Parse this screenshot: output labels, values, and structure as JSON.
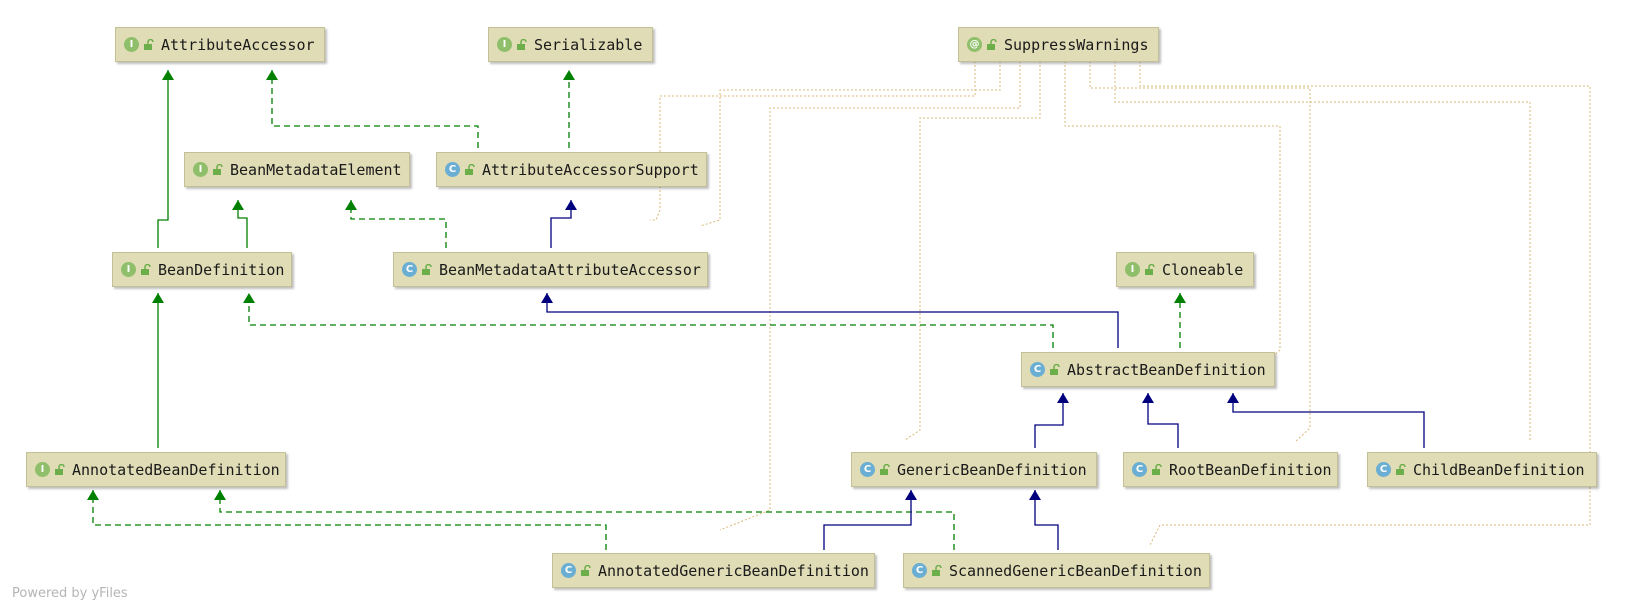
{
  "nodes": {
    "attribute_accessor": {
      "kind": "I",
      "name": "AttributeAccessor"
    },
    "serializable": {
      "kind": "I",
      "name": "Serializable"
    },
    "suppress_warnings": {
      "kind": "@",
      "name": "SuppressWarnings"
    },
    "bean_metadata_element": {
      "kind": "I",
      "name": "BeanMetadataElement"
    },
    "attribute_accessor_support": {
      "kind": "C",
      "name": "AttributeAccessorSupport"
    },
    "bean_definition": {
      "kind": "I",
      "name": "BeanDefinition"
    },
    "bean_metadata_attribute_accessor": {
      "kind": "C",
      "name": "BeanMetadataAttributeAccessor"
    },
    "cloneable": {
      "kind": "I",
      "name": "Cloneable"
    },
    "abstract_bean_definition": {
      "kind": "C",
      "name": "AbstractBeanDefinition"
    },
    "annotated_bean_definition": {
      "kind": "I",
      "name": "AnnotatedBeanDefinition"
    },
    "generic_bean_definition": {
      "kind": "C",
      "name": "GenericBeanDefinition"
    },
    "root_bean_definition": {
      "kind": "C",
      "name": "RootBeanDefinition"
    },
    "child_bean_definition": {
      "kind": "C",
      "name": "ChildBeanDefinition"
    },
    "annotated_generic_bean_definition": {
      "kind": "C",
      "name": "AnnotatedGenericBeanDefinition"
    },
    "scanned_generic_bean_definition": {
      "kind": "C",
      "name": "ScannedGenericBeanDefinition"
    }
  },
  "colors": {
    "node_fill": "#dfdcb6",
    "interface_icon": "#8fbf6a",
    "class_icon": "#6aaed3",
    "extends_line": "#00007f",
    "implements_line": "#008000",
    "annotation_line": "#d8b877"
  },
  "watermark": "Powered by yFiles"
}
